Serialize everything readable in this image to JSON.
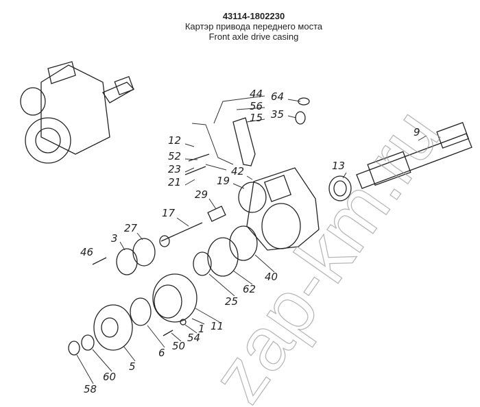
{
  "header": {
    "part_number": "43114-1802230",
    "title_ru": "Картэр привода переднего моста",
    "title_en": "Front axle drive casing"
  },
  "watermark": "zap-km.ru",
  "callouts": [
    "44",
    "56",
    "15",
    "64",
    "35",
    "12",
    "52",
    "23",
    "21",
    "42",
    "19",
    "29",
    "17",
    "27",
    "3",
    "46",
    "13",
    "9",
    "40",
    "62",
    "25",
    "11",
    "1",
    "54",
    "50",
    "6",
    "5",
    "60",
    "58"
  ]
}
